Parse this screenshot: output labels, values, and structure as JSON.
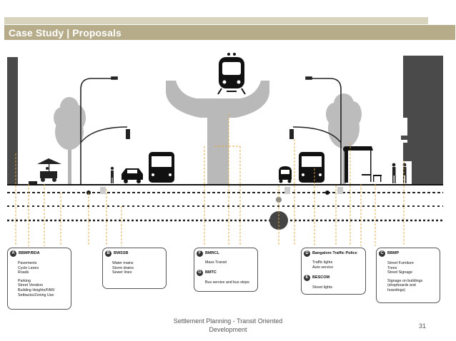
{
  "slide": {
    "title": "Case Study | Proposals",
    "footer": "Settlement Planning - Transit Oriented Development",
    "page_number": "31"
  },
  "boxes": [
    {
      "id": "bbmp-bda",
      "badge": "A",
      "title": "BBMP/BDA",
      "groups": [
        [
          "Pavements",
          "Cycle Lanes",
          "Roads"
        ],
        [
          "Parking",
          "Street Vendors",
          "Building Heights/FAR/",
          "Setbacks/Zoning Use"
        ]
      ]
    },
    {
      "id": "bwssb",
      "badge": "B",
      "title": "BWSSB",
      "groups": [
        [
          "Water mains",
          "Storm drains",
          "Sewer lines"
        ]
      ]
    },
    {
      "id": "bmrcl",
      "badge": "F",
      "title": "BMRCL",
      "groups": [
        [
          "Mass Transit"
        ]
      ],
      "badge2": "G",
      "title2": "BMTC",
      "groups2": [
        [
          "Bus service and bus stops"
        ]
      ]
    },
    {
      "id": "traffic-police",
      "badge": "D",
      "title": "Bangalore Traffic Police",
      "groups": [
        [
          "Traffic lights",
          "Auto service"
        ]
      ],
      "badge2": "E",
      "title2": "BESCOM",
      "groups2": [
        [
          "Street lights"
        ]
      ]
    },
    {
      "id": "bbmp",
      "badge": "C",
      "title": "BBMP",
      "groups": [
        [
          "Street Furniture",
          "Trees",
          "Street Signage"
        ],
        [
          "Signage on buildings",
          "(shopboards and",
          "hoardings)"
        ]
      ]
    }
  ],
  "colors": {
    "accent": "#b6ac8a",
    "accent_light": "#d8d3bd",
    "leader": "#e0a640",
    "building": "#4a4a4a",
    "tree": "#bcbcbc"
  },
  "icons": [
    "metro-train-icon",
    "street-lamp-icon",
    "traffic-light-icon",
    "tree-icon",
    "car-icon",
    "bus-icon",
    "auto-rickshaw-icon",
    "pedestrian-icon",
    "vendor-cart-icon",
    "bus-shelter-icon",
    "building-icon",
    "pipe-icon"
  ]
}
